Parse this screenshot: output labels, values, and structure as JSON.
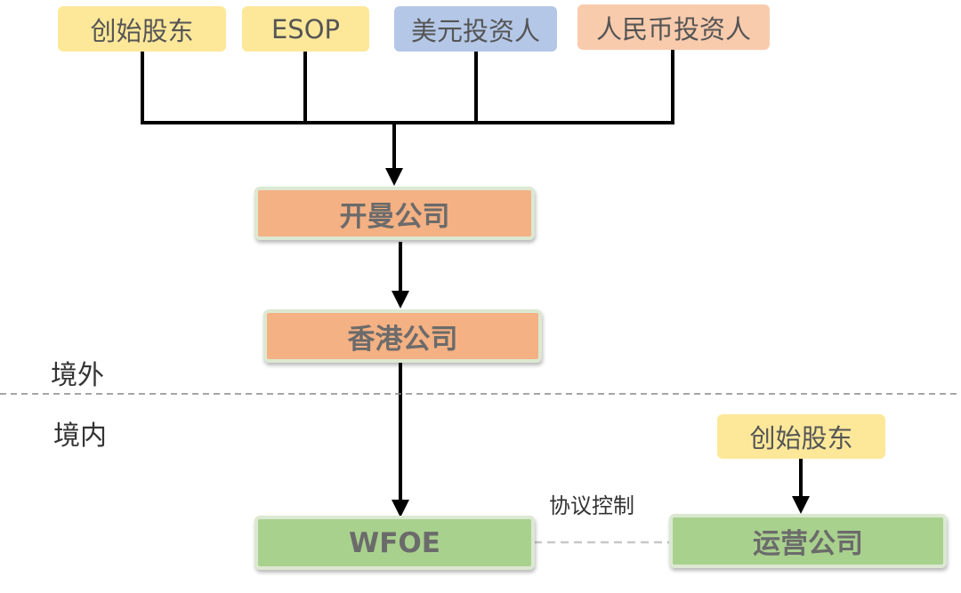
{
  "shareholders": [
    {
      "label": "创始股东",
      "color": "#fde89a"
    },
    {
      "label": "ESOP",
      "color": "#fde89a"
    },
    {
      "label": "美元投资人",
      "color": "#b4c7e7"
    },
    {
      "label": "人民币投资人",
      "color": "#f8cbad"
    }
  ],
  "offshore_company": {
    "label": "开曼公司",
    "color": "#f4b183"
  },
  "hk_company": {
    "label": "香港公司",
    "color": "#f4b183"
  },
  "wfoe": {
    "label": "WFOE",
    "color": "#a9d18e"
  },
  "operating_company": {
    "label": "运营公司",
    "color": "#a9d18e"
  },
  "domestic_founder": {
    "label": "创始股东",
    "color": "#fde89a"
  },
  "regions": {
    "offshore": "境外",
    "onshore": "境内"
  },
  "vie_link": {
    "label": "协议控制"
  },
  "colors": {
    "line": "#000000",
    "divider": "#888888",
    "dashed_link": "#c8c8c8"
  }
}
